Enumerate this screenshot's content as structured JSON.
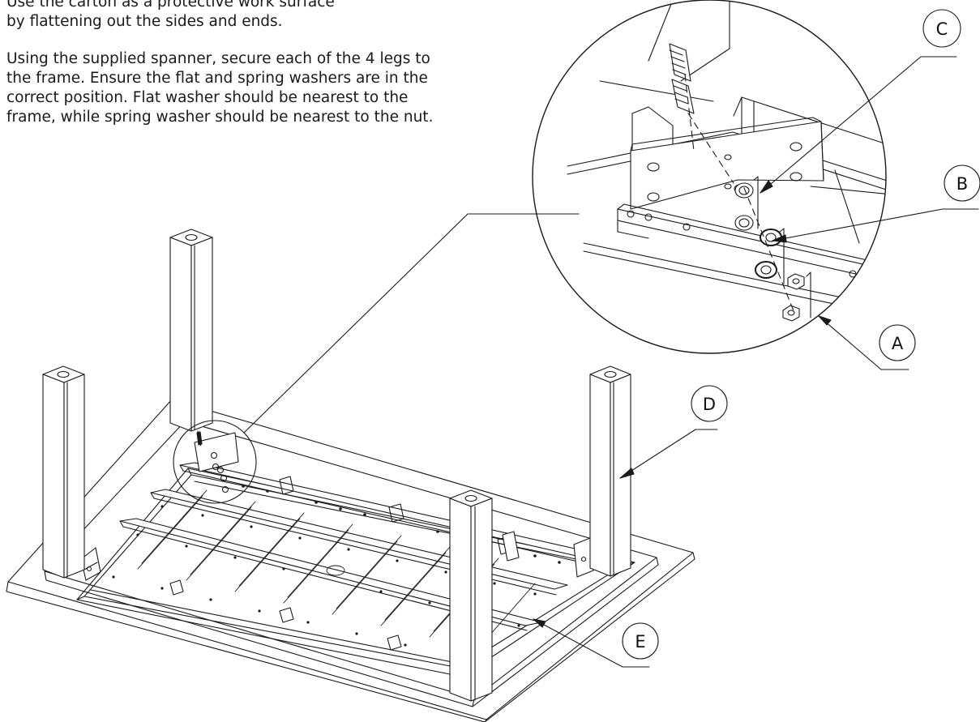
{
  "instructions": {
    "intro_line1": "Use the carton as a protective work surface",
    "intro_line2": "by flattening out the sides and ends.",
    "step_line1": "Using the supplied spanner, secure each of the 4 legs to",
    "step_line2": "the frame. Ensure the flat and spring washers are in the",
    "step_line3": "correct position. Flat washer should be nearest to the",
    "step_line4": "frame, while spring washer should be nearest to the nut."
  },
  "callouts": {
    "a": "A",
    "b": "B",
    "c": "C",
    "d": "D",
    "e": "E"
  },
  "colors": {
    "line": "#1a1a1a",
    "background": "#ffffff"
  }
}
